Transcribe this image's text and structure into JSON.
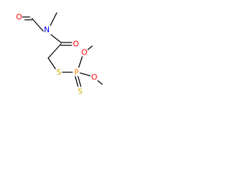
{
  "molecule": {
    "atoms": {
      "o1": {
        "symbol": "O",
        "color": "#ff0000"
      },
      "n1": {
        "symbol": "N",
        "color": "#0000ff"
      },
      "o2": {
        "symbol": "O",
        "color": "#ff0000"
      },
      "s1": {
        "symbol": "S",
        "color": "#ccaa00"
      },
      "p1": {
        "symbol": "P",
        "color": "#ff8000"
      },
      "o3": {
        "symbol": "O",
        "color": "#ff0000"
      },
      "o4": {
        "symbol": "O",
        "color": "#ff0000"
      },
      "s2": {
        "symbol": "S",
        "color": "#ccaa00"
      }
    },
    "bond_color": "#000000"
  }
}
